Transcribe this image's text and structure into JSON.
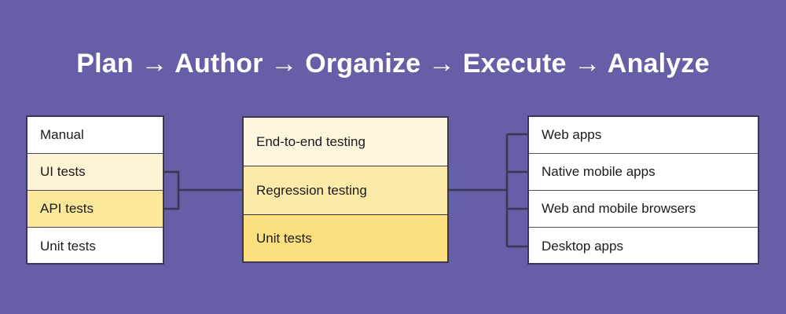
{
  "background_color": "#665FA8",
  "title": {
    "text": "Plan → Author → Organize → Execute → Analyze",
    "color": "#FFFFFF"
  },
  "columns": {
    "left": {
      "name": "test-types",
      "rows": [
        {
          "label": "Manual",
          "fill": "#FFFFFF"
        },
        {
          "label": "UI tests",
          "fill": "#FCF3D5"
        },
        {
          "label": "API tests",
          "fill": "#FCE89A"
        },
        {
          "label": "Unit tests",
          "fill": "#FFFFFF"
        }
      ]
    },
    "middle": {
      "name": "test-levels",
      "rows": [
        {
          "label": "End-to-end testing",
          "fill": "#FDF5DC"
        },
        {
          "label": "Regression testing",
          "fill": "#FCEBA8"
        },
        {
          "label": "Unit tests",
          "fill": "#FCDF7E"
        }
      ]
    },
    "right": {
      "name": "application-targets",
      "rows": [
        {
          "label": "Web apps",
          "fill": "#FFFFFF"
        },
        {
          "label": "Native mobile apps",
          "fill": "#FFFFFF"
        },
        {
          "label": "Web and mobile browsers",
          "fill": "#FFFFFF"
        },
        {
          "label": "Desktop apps",
          "fill": "#FFFFFF"
        }
      ]
    }
  },
  "connectors": {
    "line_color": "#3A3654",
    "line_width": 2.5
  }
}
